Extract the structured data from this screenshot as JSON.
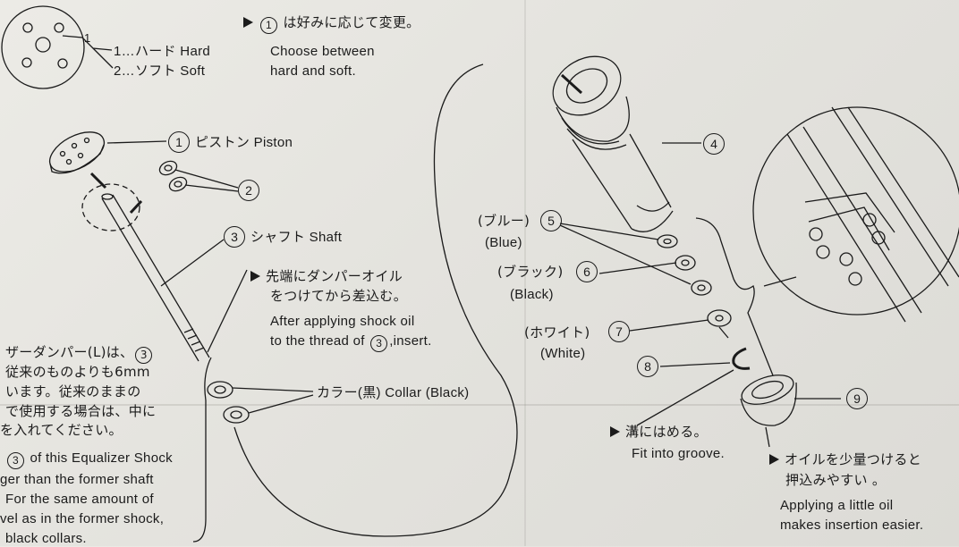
{
  "hardness_options": [
    "1…ハード Hard",
    "2…ソフト Soft"
  ],
  "selector_digit": "1",
  "note_change": {
    "number": "1",
    "jp": "は好みに応じて変更。",
    "en": [
      "Choose between",
      "hard and soft."
    ]
  },
  "parts": {
    "piston": {
      "number": "1",
      "label": "ピストン Piston"
    },
    "part2": {
      "number": "2"
    },
    "shaft": {
      "number": "3",
      "label": "シャフト Shaft"
    },
    "cylinder": {
      "number": "4"
    },
    "blue": {
      "number": "5",
      "jp": "(ブルー)",
      "en": "(Blue)"
    },
    "black": {
      "number": "6",
      "jp": "(ブラック)",
      "en": "(Black)"
    },
    "white": {
      "number": "7",
      "jp": "(ホワイト)",
      "en": "(White)"
    },
    "part8": {
      "number": "8"
    },
    "cap": {
      "number": "9"
    },
    "collar": {
      "label": "カラー(黒) Collar (Black)"
    }
  },
  "note_shaft": {
    "jp": [
      "先端にダンパーオイル",
      "をつけてから差込む。"
    ],
    "en": [
      "After applying shock oil",
      "to the thread of",
      ",insert."
    ],
    "circle": "3"
  },
  "note_left_jp": {
    "line1": "ザーダンパー(L)は、",
    "circle": "3",
    "lines": [
      "従来のものよりも6mm",
      "います。従来のままの",
      "で使用する場合は、中に",
      "を入れてください。"
    ]
  },
  "note_left_en": {
    "circle": "3",
    "line1": "of this Equalizer Shock",
    "lines": [
      "ger than the former shaft",
      "For the same amount of",
      "vel as in the former shock,",
      "black collars."
    ]
  },
  "note_groove": {
    "jp": "溝にはめる。",
    "en": "Fit into groove."
  },
  "note_oil": {
    "jp": [
      "オイルを少量つけると",
      "押込みやすい 。"
    ],
    "en": [
      "Applying a little oil",
      "makes insertion easier."
    ]
  }
}
